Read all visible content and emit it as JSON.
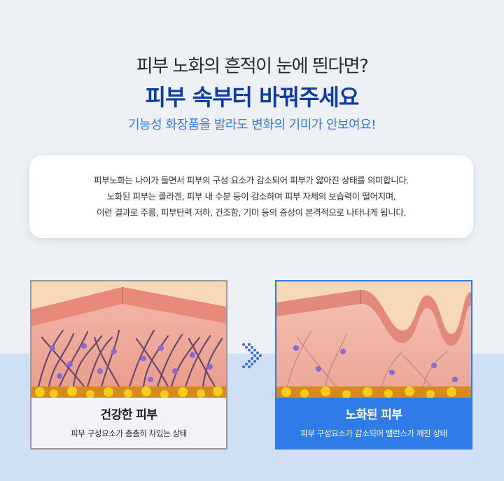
{
  "header": {
    "line1": "피부 노화의 흔적이 눈에 띈다면?",
    "line2": "피부 속부터 바꿔주세요",
    "line3": "기능성 화장품을 발라도 변화의 기미가 안보여요!"
  },
  "info": {
    "lines": [
      "피부노화는 나이가 들면서 피부의 구성 요소가 감소되어 피부가 얇아진 상태를 의미합니다.",
      "노화된 피부는 콜라겐, 피부 내 수분 등이 감소하여 피부 자체의 보습력이 떨어지며,",
      "이런 결과로 주름, 피부탄력 저하, 건조함, 기미 등의 증상이 본격적으로 나타나게 됩니다."
    ]
  },
  "comparison": {
    "healthy": {
      "title": "건강한 피부",
      "subtitle": "피부 구성요소가 촘촘히 차있는 상태"
    },
    "aged": {
      "title": "노화된 피부",
      "subtitle": "피부 구성요소가 감소되어 밸런스가 깨진 상태"
    }
  },
  "colors": {
    "title_blue": "#0f3ea3",
    "subtitle_blue": "#3878d8",
    "aged_accent": "#2f7be8"
  },
  "icons": {
    "arrow": "double-chevron-right-icon"
  }
}
